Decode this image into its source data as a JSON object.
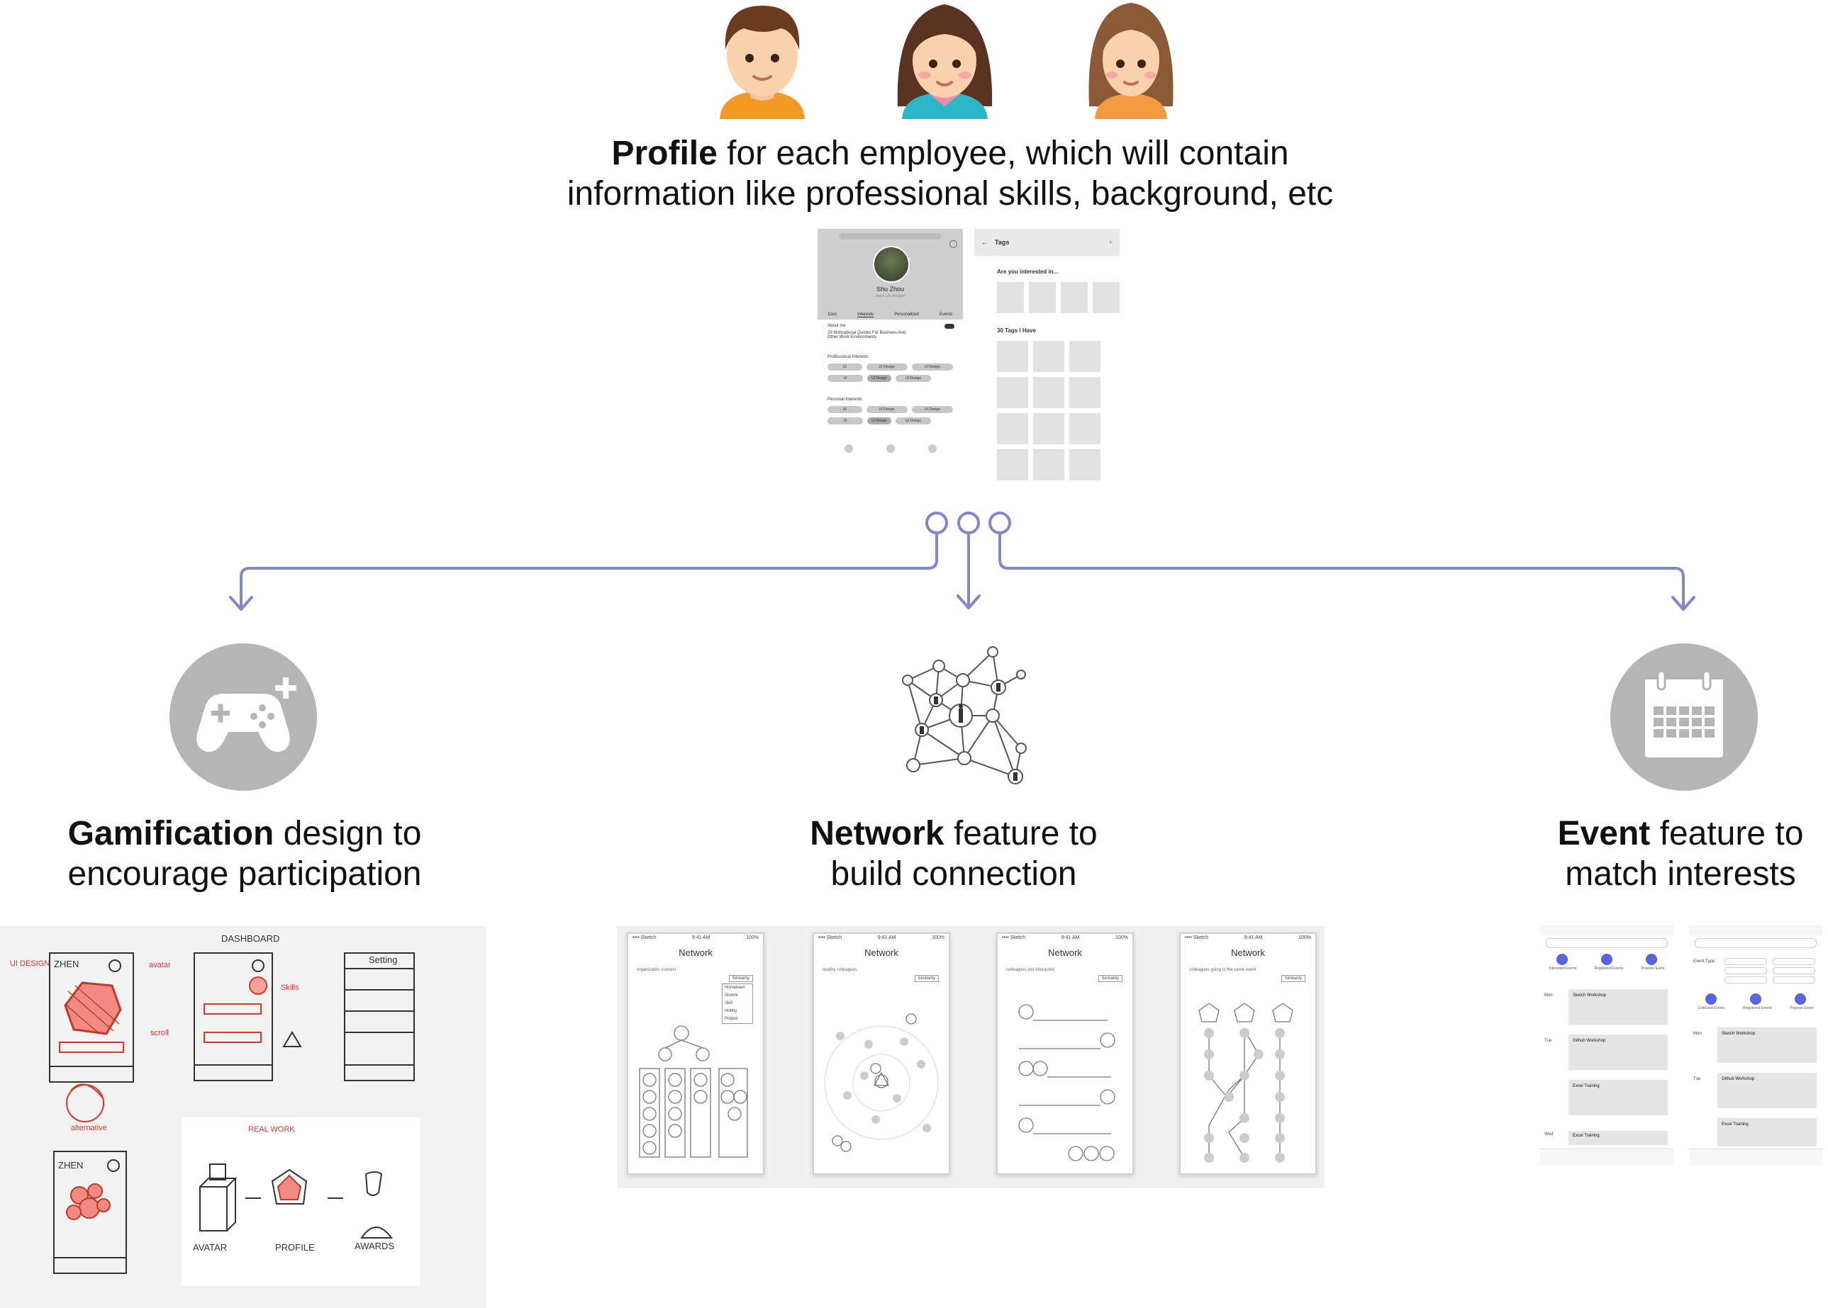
{
  "profile": {
    "bold": "Profile",
    "line1_rest": " for each employee, which will contain",
    "line2": "information like professional skills, background, etc"
  },
  "profile_screen": {
    "name": "Shu Zhou",
    "role": "Junior UX designer",
    "tabs": [
      "Coin",
      "Interests",
      "Personalized",
      "Events"
    ],
    "about_label": "About me",
    "about_text_1": "29 Motivational Quotes For Business And",
    "about_text_2": "Other Work Environments",
    "professional_label": "Professional Interests",
    "personal_label": "Personal Interests",
    "chips_row1": [
      "UI",
      "UI Design",
      "UI Design"
    ],
    "chips_row2": [
      "UI",
      "UI Design",
      "UI Design"
    ]
  },
  "tags_screen": {
    "title": "Tags",
    "question": "Are you interested in...",
    "have": "30 Tags I Have"
  },
  "gamification": {
    "bold": "Gamification",
    "rest": " design to",
    "line2": "encourage participation"
  },
  "network": {
    "bold": "Network",
    "rest": " feature to",
    "line2": "build connection"
  },
  "event": {
    "bold": "Event",
    "rest": " feature to",
    "line2": "match interests"
  },
  "network_screens": [
    {
      "status_left": "•••• Sketch",
      "time": "9:41 AM",
      "battery": "100%",
      "title": "Network",
      "subtitle": "organization connect",
      "sort": "Similarity",
      "dropdown": [
        "Hometown",
        "Alumni",
        "Skill",
        "Hobby",
        "Project"
      ]
    },
    {
      "status_left": "•••• Sketch",
      "time": "9:41 AM",
      "battery": "100%",
      "title": "Network",
      "subtitle": "nearby colleagues",
      "sort": "Similarity"
    },
    {
      "status_left": "•••• Sketch",
      "time": "9:41 AM",
      "battery": "100%",
      "title": "Network",
      "subtitle": "colleagues just interacted",
      "sort": "Similarity"
    },
    {
      "status_left": "•••• Sketch",
      "time": "9:41 AM",
      "battery": "100%",
      "title": "Network",
      "subtitle": "colleagues going to the same event",
      "sort": "Similarity"
    }
  ],
  "event_screens": {
    "left_tabs": [
      "Interested Events",
      "Registered Events",
      "Propose Event"
    ],
    "left_events": [
      "Sketch Workshop",
      "Github Workshop",
      "Excel Training",
      "Excel Training"
    ],
    "left_days": [
      "Mon",
      "Tue",
      "Wed"
    ],
    "right_filter_label": "Event Type:",
    "right_tabs": [
      "Collected Events",
      "Registered Events",
      "Propose Event"
    ],
    "right_events": [
      "Sketch Workshop",
      "Github Workshop",
      "Excel Training"
    ],
    "right_days": [
      "Mon",
      "Tue"
    ]
  },
  "sketch_notes": {
    "dashboard": "DASHBOARD",
    "zhen1": "ZHEN",
    "zhen2": "ZHEN",
    "avatar": "AVATAR",
    "profile": "PROFILE",
    "awards": "AWARDS",
    "setting": "Setting"
  },
  "colors": {
    "connector": "#8088c6",
    "icon_gray": "#b5b5b5",
    "sketch_red": "#d9382c",
    "accent_blue": "#5a63e0"
  }
}
